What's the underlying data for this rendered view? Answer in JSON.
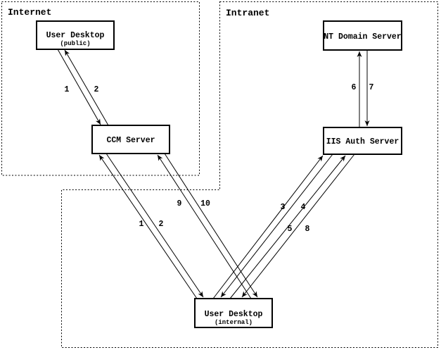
{
  "diagram": {
    "colors": {
      "background": "#ffffff",
      "line": "#000000"
    },
    "zones": {
      "internet": {
        "label": "Internet"
      },
      "intranet": {
        "label": "Intranet"
      }
    },
    "nodes": {
      "user_desktop_public": {
        "title": "User Desktop",
        "subtitle": "(public)"
      },
      "ccm_server": {
        "title": "CCM Server"
      },
      "nt_domain_server": {
        "title": "NT Domain Server"
      },
      "iis_auth_server": {
        "title": "IIS Auth Server"
      },
      "user_desktop_internal": {
        "title": "User Desktop",
        "subtitle": "(internal)"
      }
    },
    "edges": {
      "pub_1": {
        "label": "1",
        "from": "user_desktop_public",
        "to": "ccm_server"
      },
      "pub_2": {
        "label": "2",
        "from": "ccm_server",
        "to": "user_desktop_public"
      },
      "int_1": {
        "label": "1",
        "from": "user_desktop_internal",
        "to": "ccm_server"
      },
      "int_2": {
        "label": "2",
        "from": "ccm_server",
        "to": "user_desktop_internal"
      },
      "int_3": {
        "label": "3",
        "from": "user_desktop_internal",
        "to": "iis_auth_server"
      },
      "int_4": {
        "label": "4",
        "from": "iis_auth_server",
        "to": "user_desktop_internal"
      },
      "int_5": {
        "label": "5",
        "from": "user_desktop_internal",
        "to": "iis_auth_server"
      },
      "auth_6": {
        "label": "6",
        "from": "iis_auth_server",
        "to": "nt_domain_server"
      },
      "auth_7": {
        "label": "7",
        "from": "nt_domain_server",
        "to": "iis_auth_server"
      },
      "int_8": {
        "label": "8",
        "from": "iis_auth_server",
        "to": "user_desktop_internal"
      },
      "int_9": {
        "label": "9",
        "from": "user_desktop_internal",
        "to": "ccm_server"
      },
      "int_10": {
        "label": "10",
        "from": "ccm_server",
        "to": "user_desktop_internal"
      }
    }
  }
}
